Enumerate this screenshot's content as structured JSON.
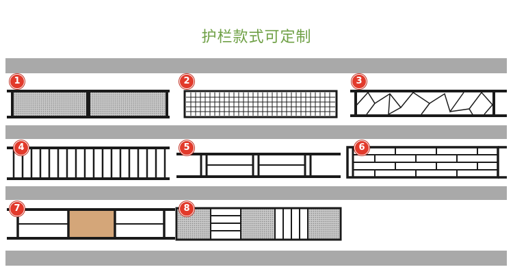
{
  "title": "护栏款式可定制",
  "styles": [
    {
      "number": "1"
    },
    {
      "number": "2"
    },
    {
      "number": "3"
    },
    {
      "number": "4"
    },
    {
      "number": "5"
    },
    {
      "number": "6"
    },
    {
      "number": "7"
    },
    {
      "number": "8"
    }
  ],
  "colors": {
    "title": "#6fa046",
    "band": "#a9a9a9",
    "frame": "#1a1a1a",
    "badge": "#e23a2b",
    "wood": "#d4a679"
  }
}
